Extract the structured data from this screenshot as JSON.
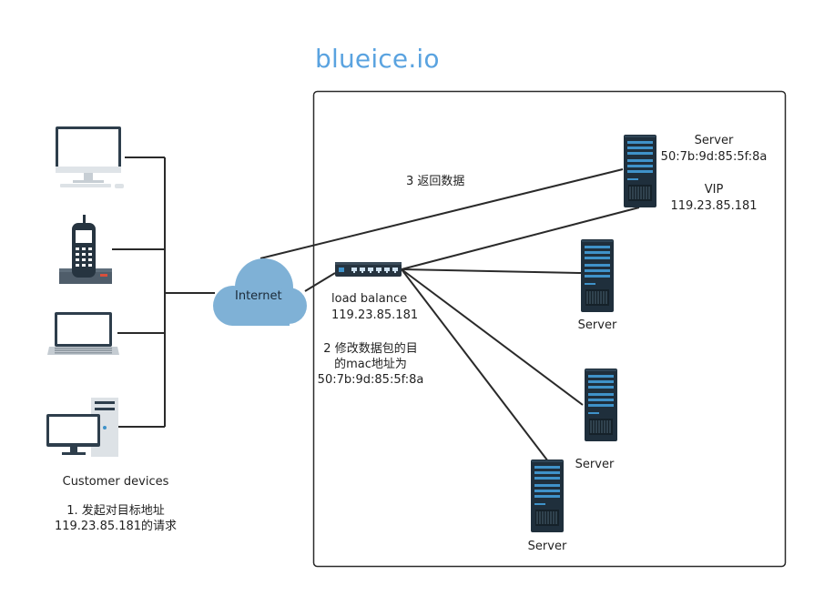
{
  "brand": {
    "title": "blueice.io"
  },
  "cloud": {
    "label": "Internet"
  },
  "load_balancer": {
    "name": "load balance",
    "ip": "119.23.85.181"
  },
  "servers": {
    "active": {
      "label": "Server",
      "mac": "50:7b:9d:85:5f:8a",
      "vip_label": "VIP",
      "vip_ip": "119.23.85.181"
    },
    "others": [
      "Server",
      "Server",
      "Server"
    ]
  },
  "steps": {
    "step1_line1": "1. 发起对目标地址",
    "step1_line2": "119.23.85.181的请求",
    "step2_line1": "2 修改数据包的目",
    "step2_line2": "的mac地址为",
    "step2_line3": "50:7b:9d:85:5f:8a",
    "step3": "3 返回数据"
  },
  "clients": {
    "label": "Customer devices"
  },
  "colors": {
    "brand": "#5aa3e0",
    "cloud": "#7fb1d6",
    "server_dark": "#1f2f3c",
    "server_accent": "#3f92c9",
    "line": "#2a2a2a"
  }
}
